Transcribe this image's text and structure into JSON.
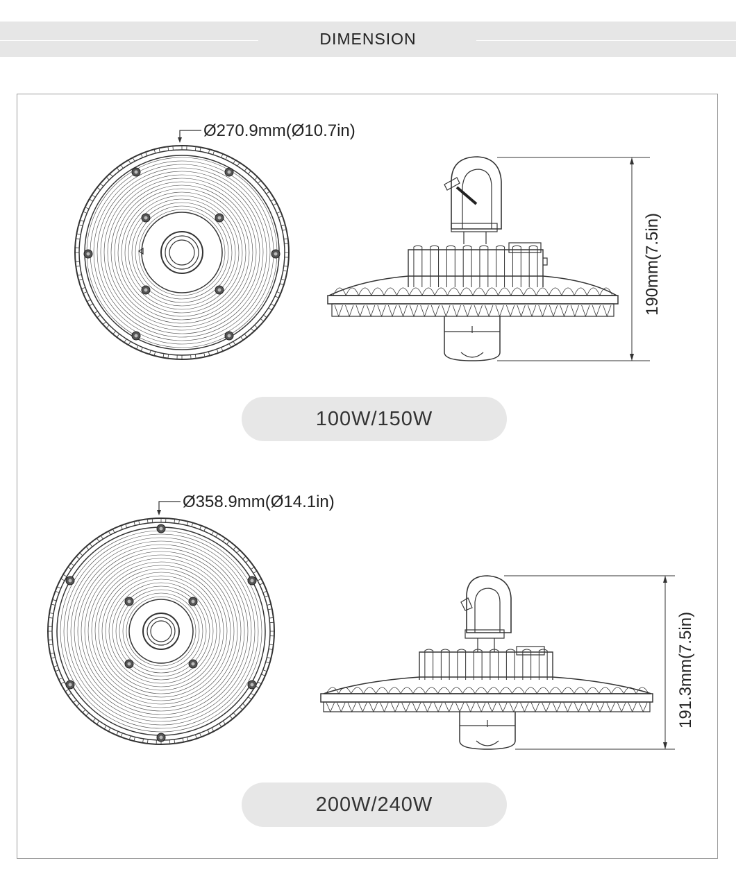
{
  "header": {
    "title": "DIMENSION"
  },
  "models": [
    {
      "diameter_label": "Ø270.9mm(Ø10.7in)",
      "height_label": "190mm(7.5in)",
      "wattage_label": "100W/150W"
    },
    {
      "diameter_label": "Ø358.9mm(Ø14.1in)",
      "height_label": "191.3mm(7.5in)",
      "wattage_label": "200W/240W"
    }
  ],
  "colors": {
    "banner": "#e6e6e6",
    "pill": "#e7e7e7",
    "line": "#333333",
    "frame": "#9a9a9a"
  }
}
